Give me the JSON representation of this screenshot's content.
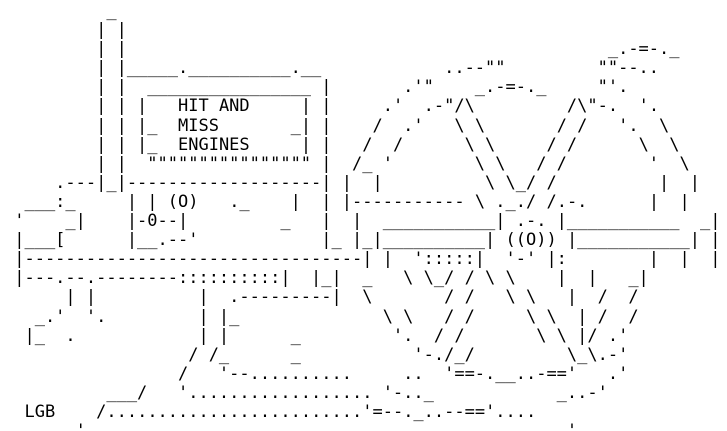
{
  "artwork": {
    "title_lines": [
      "HIT AND",
      "MISS",
      "ENGINES"
    ],
    "flywheel_hub": "((O))",
    "governor_hub": "(O)",
    "signature": "LGB",
    "ink_color": "#000000",
    "background_color": "#ffffff"
  }
}
